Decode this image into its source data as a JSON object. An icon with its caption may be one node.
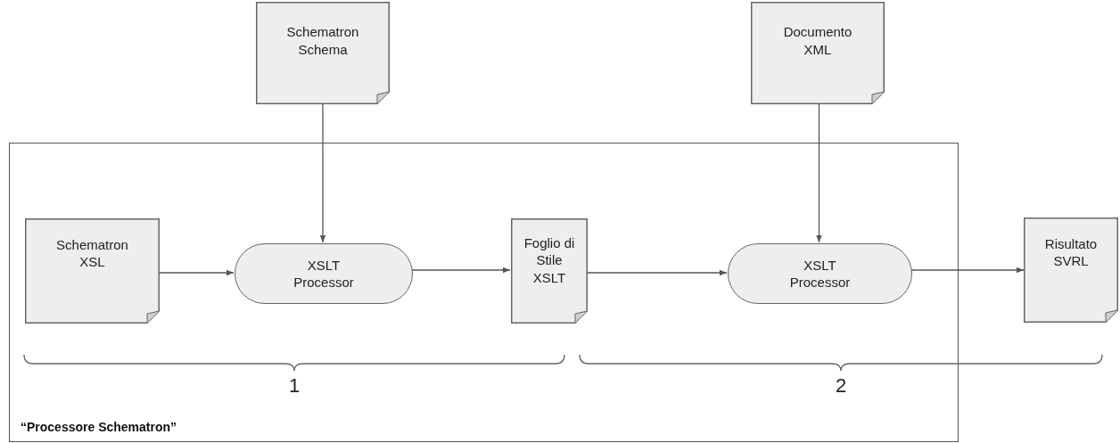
{
  "diagram": {
    "nodes": [
      {
        "text": [
          "Schematron Schema"
        ]
      },
      {
        "text": [
          "Documento XML"
        ]
      },
      {
        "text": [
          "“Processore Schematron”"
        ]
      },
      {
        "text": [
          "Schematron XSL"
        ],
        "in": 2
      },
      {
        "text": [
          "XSLT Processor"
        ],
        "in": 2
      },
      {
        "text": [
          "Foglio di Stile XSLT"
        ],
        "in": 2
      },
      {
        "text": [
          "XSLT Processor"
        ],
        "in": 2
      },
      {
        "text": [
          "Risultato SVRL"
        ]
      }
    ],
    "edges": [
      {
        "from": 0,
        "to": 4,
        "arrow": "to"
      },
      {
        "from": 1,
        "to": 6,
        "arrow": "to"
      },
      {
        "from": 3,
        "to": 4,
        "arrow": "to"
      },
      {
        "from": 4,
        "to": 5,
        "arrow": "to"
      },
      {
        "from": 5,
        "to": 6,
        "arrow": "to"
      },
      {
        "from": 6,
        "to": 7,
        "arrow": "to"
      }
    ],
    "labels": [
      "1",
      "2"
    ]
  }
}
